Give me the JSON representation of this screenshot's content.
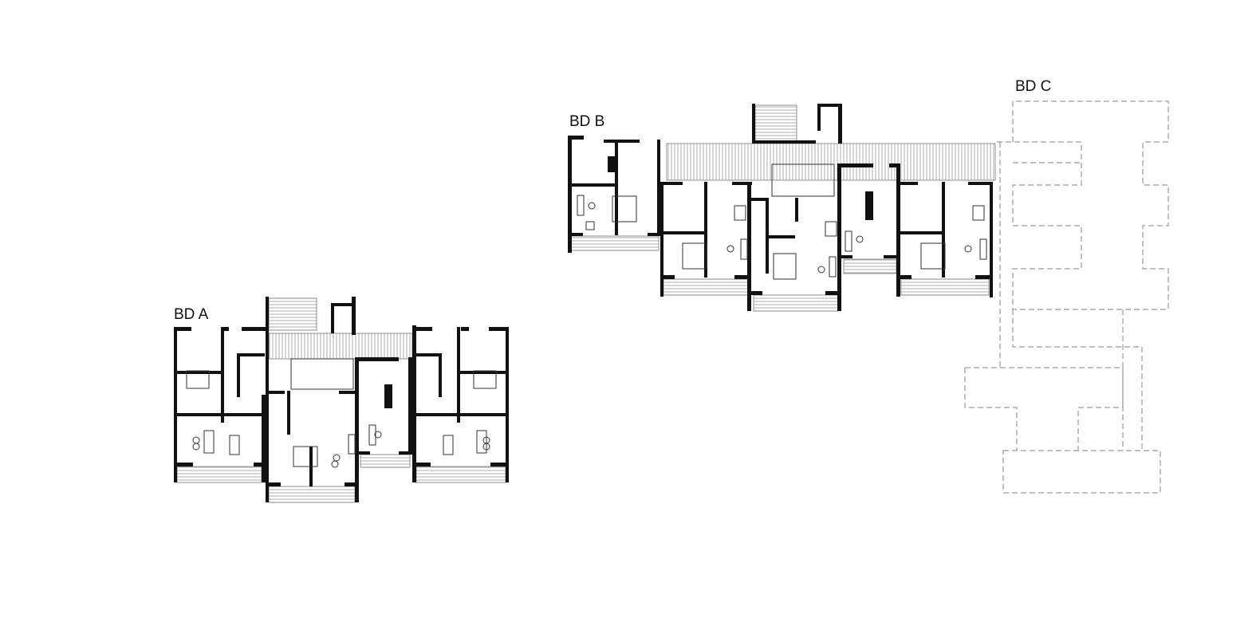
{
  "labels": {
    "building_a": "BD A",
    "building_b": "BD B",
    "building_c": "BD C"
  },
  "colors": {
    "wall": "#111111",
    "outline_dashed": "#999999",
    "background": "#ffffff"
  }
}
